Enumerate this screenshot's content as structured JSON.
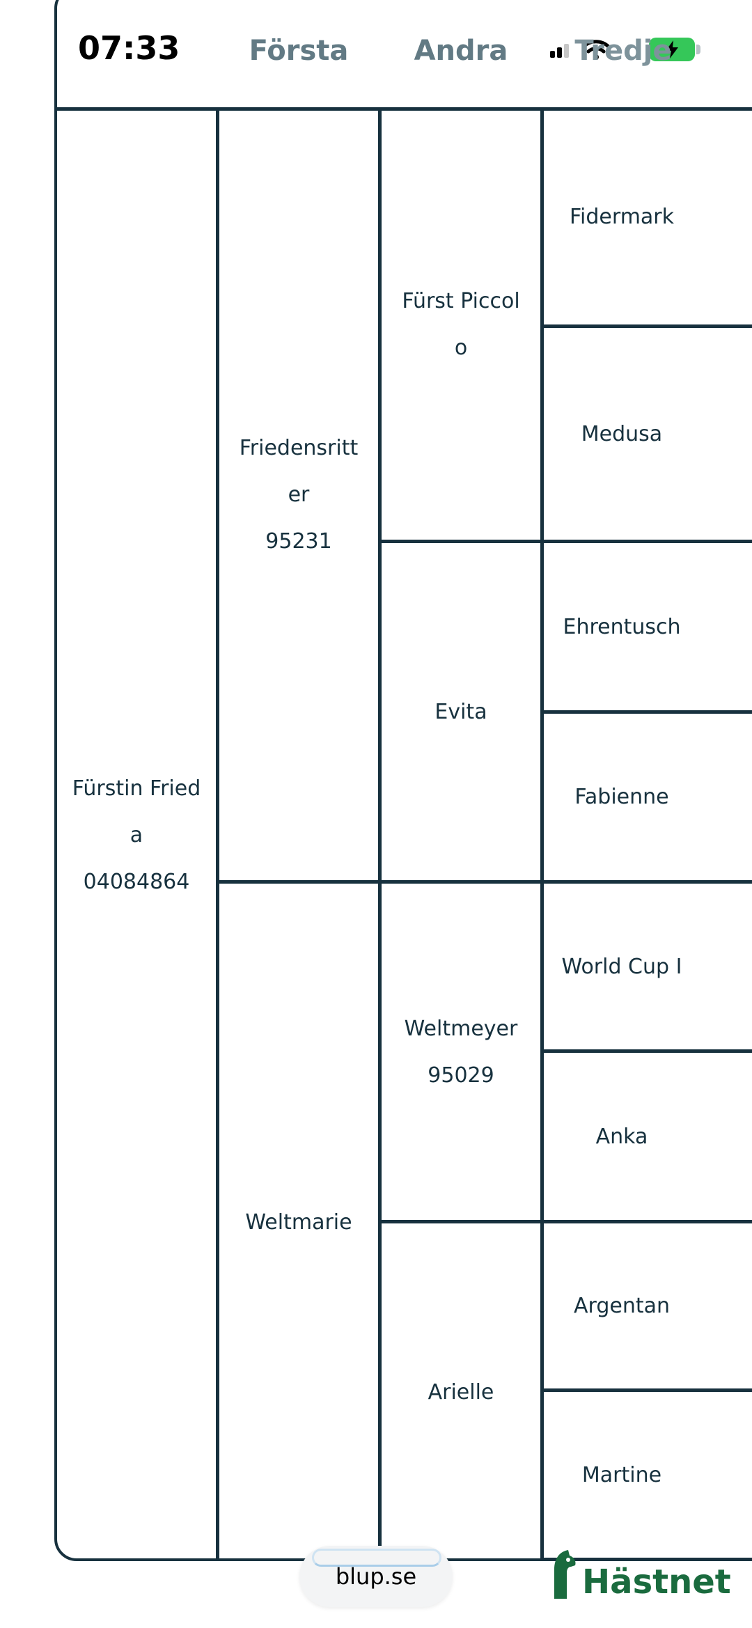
{
  "status_bar": {
    "time": "07:33"
  },
  "columns": {
    "first": "Första",
    "second": "Andra",
    "third": "Tredje"
  },
  "pedigree": {
    "subject": "Fürstin Fried\na\n04084864",
    "sire": "Friedensritt\ner\n95231",
    "dam": "Weltmarie",
    "sire_sire": "Fürst Piccol\no",
    "sire_dam": "Evita",
    "dam_sire": "Weltmeyer\n95029",
    "dam_dam": "Arielle",
    "ggp": [
      "Fidermark",
      "Medusa",
      "Ehrentusch",
      "Fabienne",
      "World Cup I",
      "Anka",
      "Argentan",
      "Martine"
    ]
  },
  "footer": {
    "url": "blup.se",
    "brand": "Hästnet"
  },
  "colors": {
    "line": "#17313e",
    "header_text": "#627a84",
    "brand_green": "#1a6b3e",
    "battery_green": "#35c759"
  }
}
